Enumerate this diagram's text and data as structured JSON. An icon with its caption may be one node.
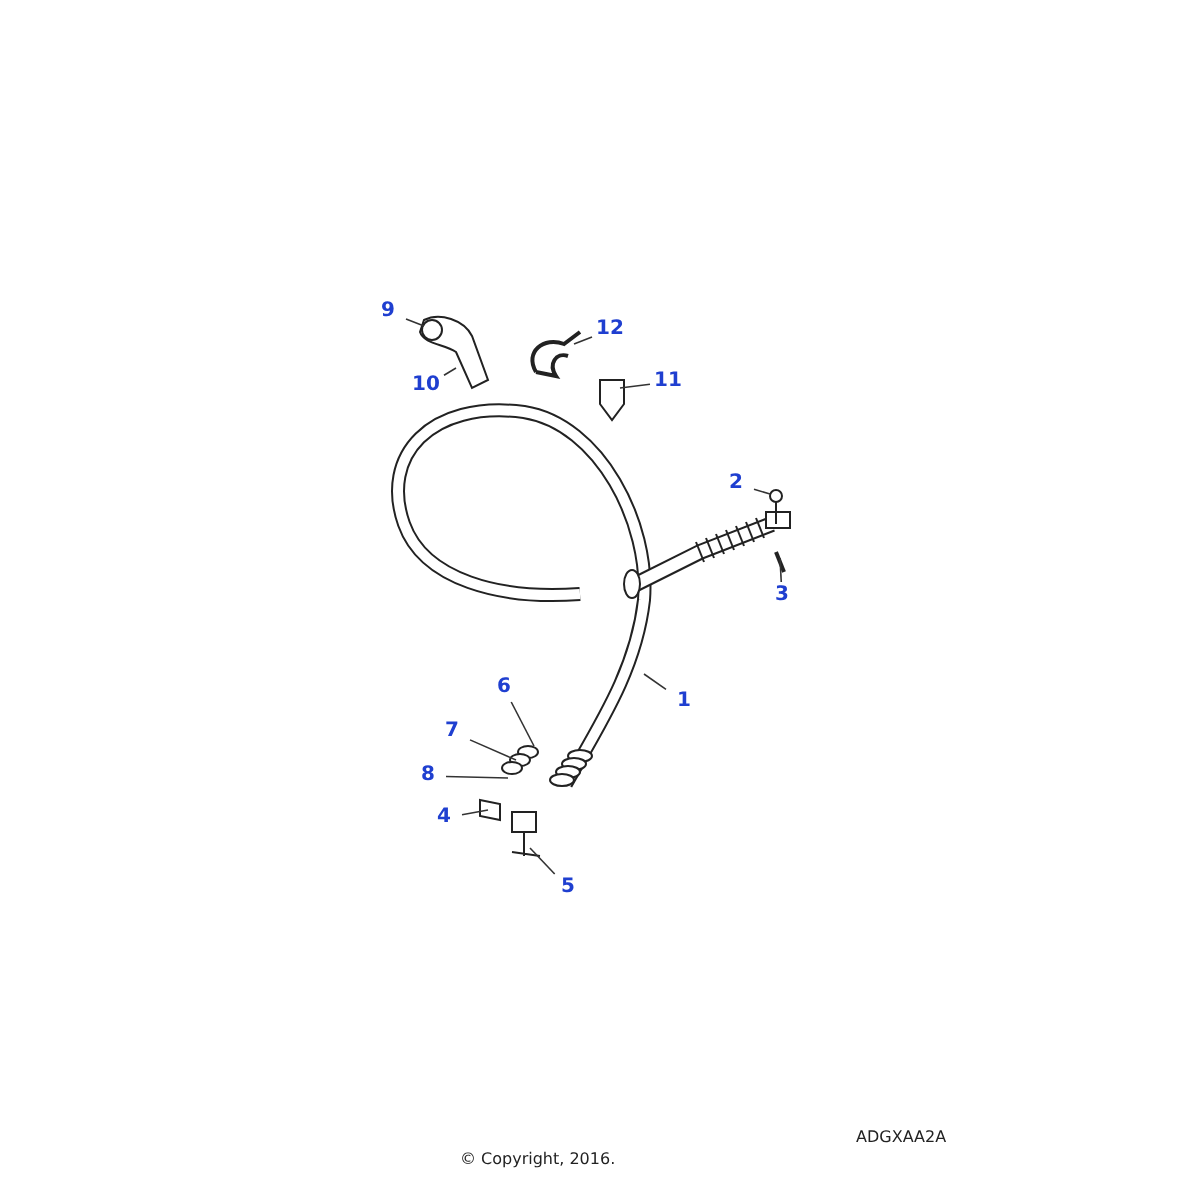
{
  "diagram": {
    "caption": "© Copyright, 2016.",
    "nodes": [
      {
        "text": [
          "9"
        ]
      },
      {
        "text": [
          "10"
        ]
      },
      {
        "text": [
          "12"
        ]
      },
      {
        "text": [
          "11"
        ]
      },
      {
        "text": [
          "2"
        ]
      },
      {
        "text": [
          "3"
        ]
      },
      {
        "text": [
          "1"
        ]
      },
      {
        "text": [
          "6"
        ]
      },
      {
        "text": [
          "7"
        ]
      },
      {
        "text": [
          "8"
        ]
      },
      {
        "text": [
          "4"
        ]
      },
      {
        "text": [
          "5"
        ]
      }
    ],
    "edges": [
      {
        "from": 0,
        "to": null,
        "arrow": "none"
      },
      {
        "from": 1,
        "to": null,
        "arrow": "none"
      },
      {
        "from": 2,
        "to": null,
        "arrow": "none"
      },
      {
        "from": 3,
        "to": null,
        "arrow": "none"
      },
      {
        "from": 4,
        "to": null,
        "arrow": "none"
      },
      {
        "from": 5,
        "to": null,
        "arrow": "none"
      },
      {
        "from": 6,
        "to": null,
        "arrow": "none"
      },
      {
        "from": 7,
        "to": null,
        "arrow": "none"
      },
      {
        "from": 8,
        "to": null,
        "arrow": "none"
      },
      {
        "from": 9,
        "to": null,
        "arrow": "none"
      },
      {
        "from": 10,
        "to": null,
        "arrow": "none"
      },
      {
        "from": 11,
        "to": null,
        "arrow": "none"
      }
    ],
    "labels": [
      "ADGXAA2A"
    ]
  }
}
